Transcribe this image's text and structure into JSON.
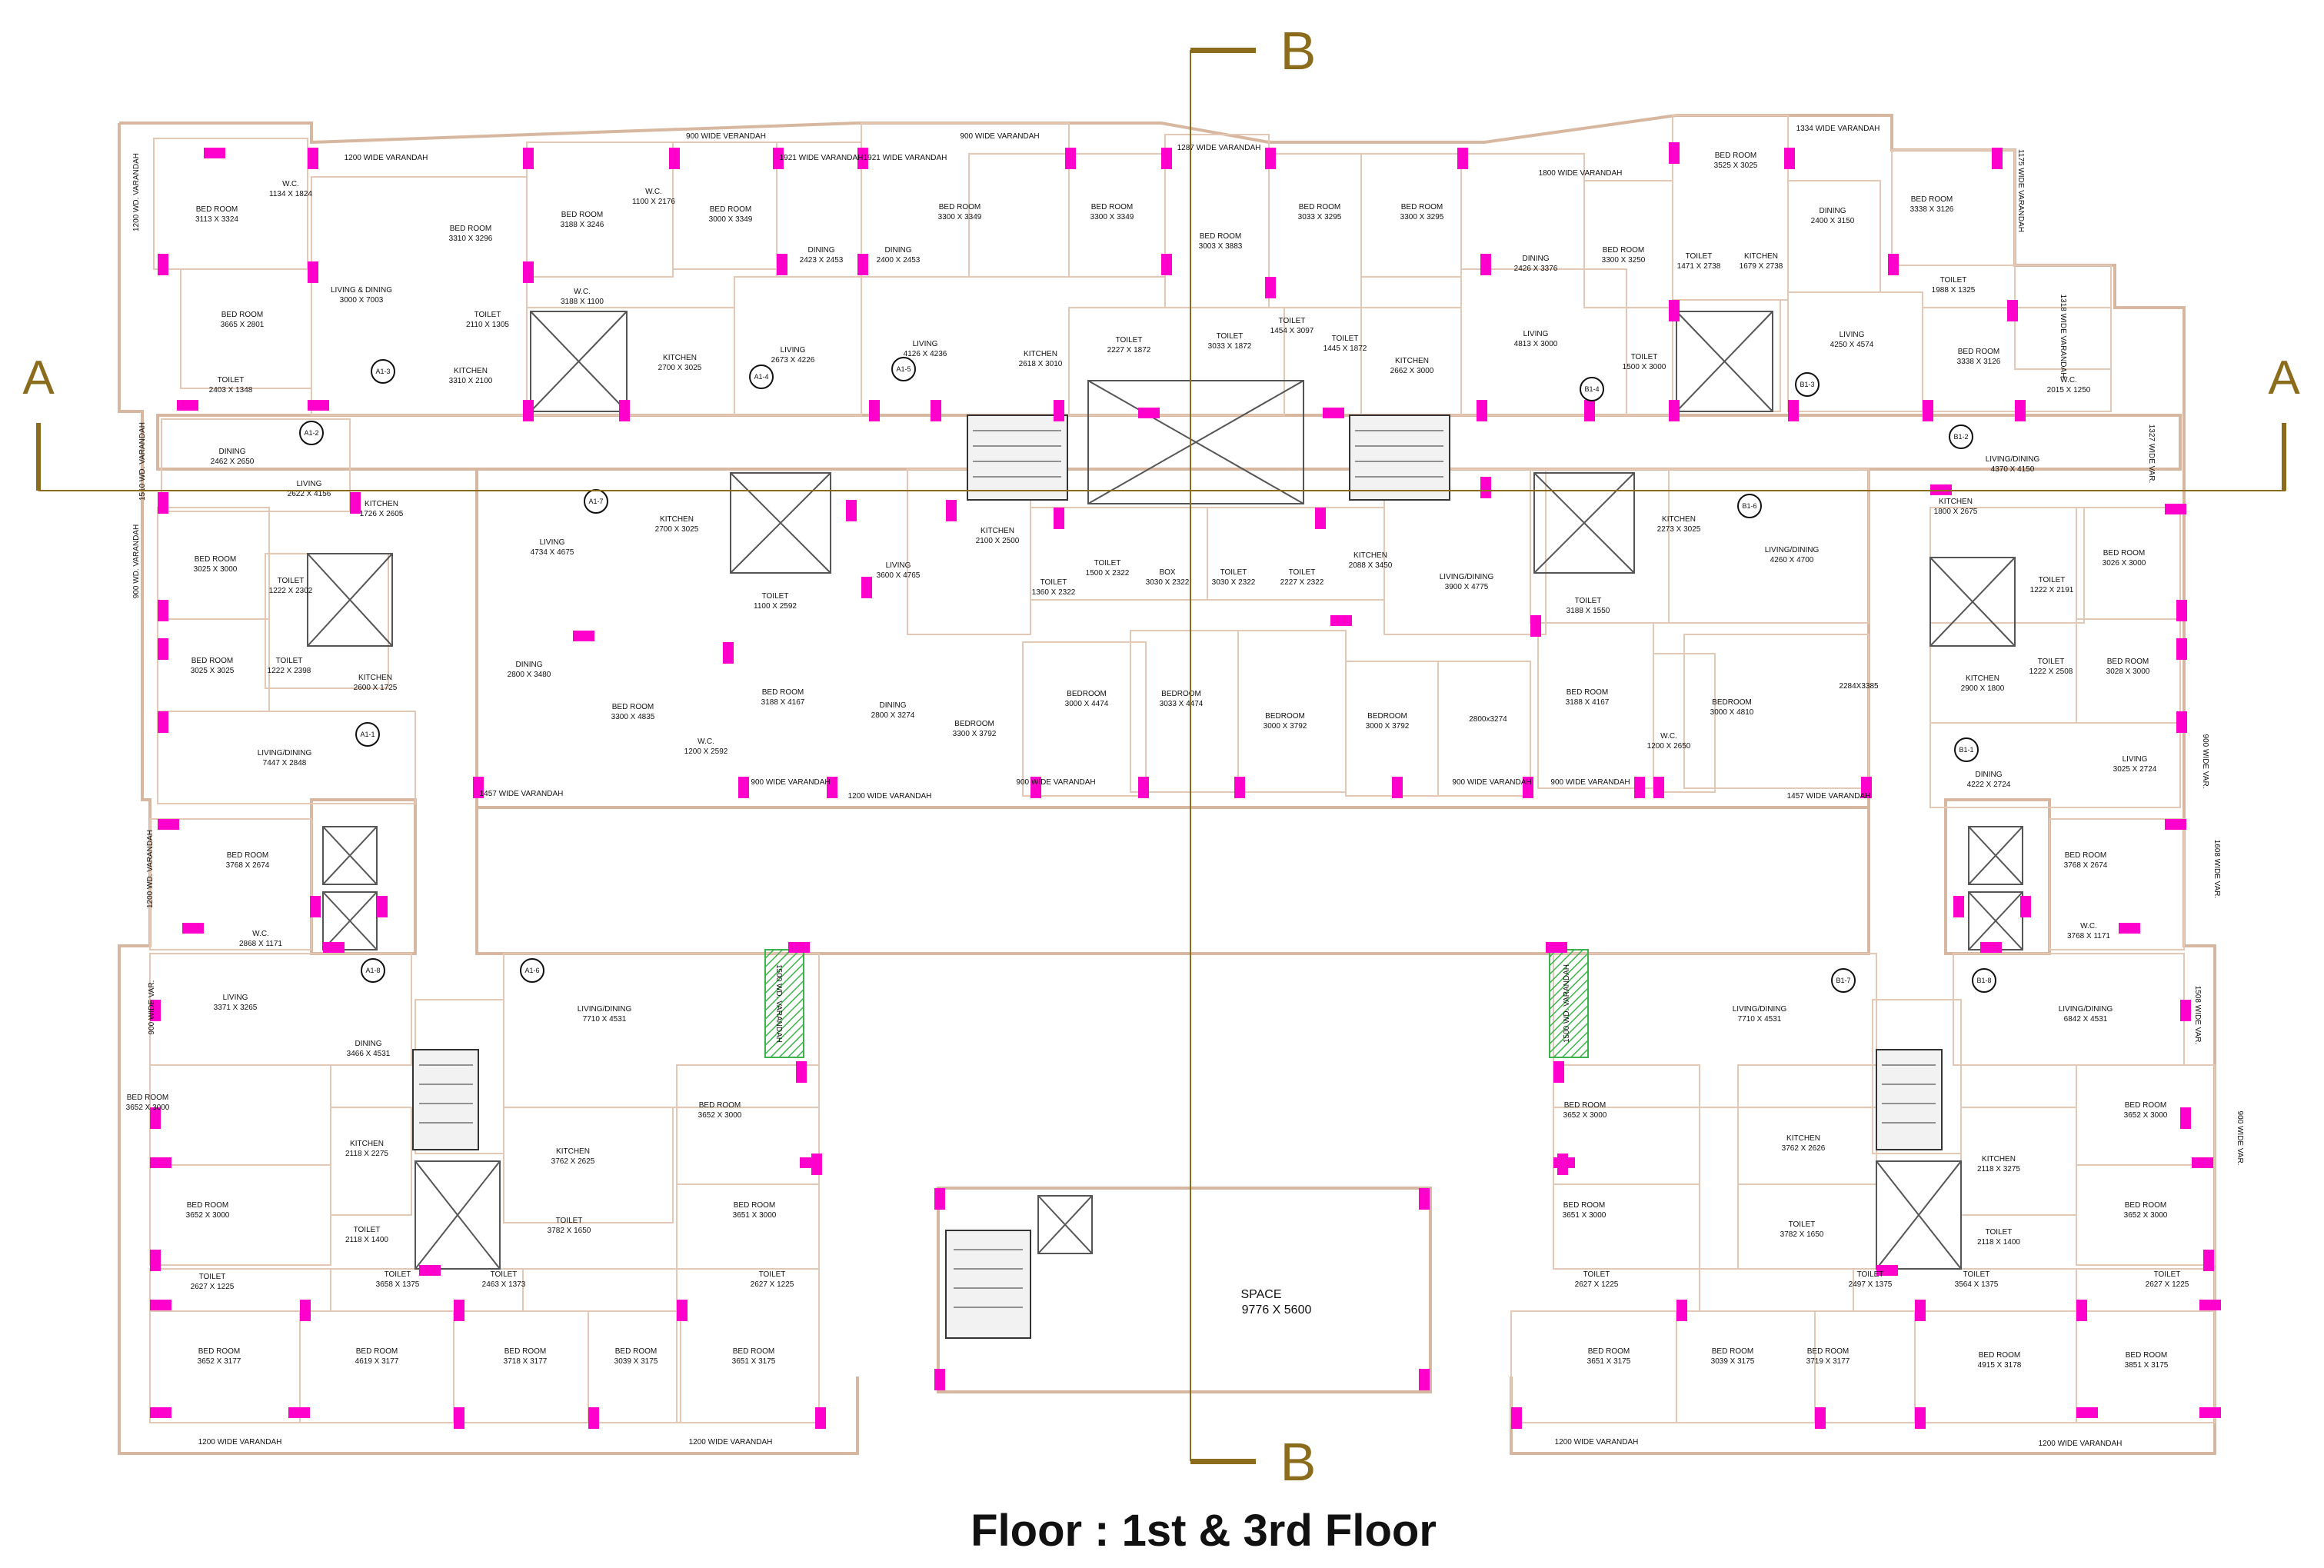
{
  "title": "Floor :  1st & 3rd Floor",
  "section_labels": {
    "a_left": "A",
    "a_right": "A",
    "b_top": "B",
    "b_bottom": "B"
  },
  "center_block": {
    "label": "SPACE",
    "size": "9776 X 5600"
  },
  "unit_tags": [
    "A1-3",
    "A1-4",
    "A1-5",
    "A1-2",
    "A1-7",
    "A1-1",
    "A1-8",
    "A1-6",
    "B1-4",
    "B1-3",
    "B1-2",
    "B1-6",
    "B1-1",
    "B1-7",
    "B1-8"
  ],
  "rooms": [
    {
      "name": "BED ROOM",
      "size": "3113 X 3324"
    },
    {
      "name": "W.C.",
      "size": "1134 X 1824"
    },
    {
      "name": "BED ROOM",
      "size": "3310 X 3296"
    },
    {
      "name": "BED ROOM",
      "size": "3188 X 3246"
    },
    {
      "name": "W.C.",
      "size": "1100 X 2176"
    },
    {
      "name": "BED ROOM",
      "size": "3000 X 3349"
    },
    {
      "name": "BED ROOM",
      "size": "3300 X 3349"
    },
    {
      "name": "BED ROOM",
      "size": "3300 X 3349"
    },
    {
      "name": "BED ROOM",
      "size": "3003 X 3883"
    },
    {
      "name": "BED ROOM",
      "size": "3033 X 3295"
    },
    {
      "name": "BED ROOM",
      "size": "3300 X 3295"
    },
    {
      "name": "BED ROOM",
      "size": "3300 X 3250"
    },
    {
      "name": "BED ROOM",
      "size": "3525 X 3025"
    },
    {
      "name": "BED ROOM",
      "size": "3338 X 3126"
    },
    {
      "name": "BED ROOM",
      "size": "3665 X 2801"
    },
    {
      "name": "LIVING & DINING",
      "size": "3000 X 7003"
    },
    {
      "name": "W.C.",
      "size": "3188 X 1100"
    },
    {
      "name": "DINING",
      "size": "2423 X 2453"
    },
    {
      "name": "DINING",
      "size": "2400 X 2453"
    },
    {
      "name": "DINING",
      "size": "2426 X 3376"
    },
    {
      "name": "DINING",
      "size": "2400 X 3150"
    },
    {
      "name": "TOILET",
      "size": "2110 X 1305"
    },
    {
      "name": "KITCHEN",
      "size": "3310 X 2100"
    },
    {
      "name": "KITCHEN",
      "size": "2700 X 3025"
    },
    {
      "name": "LIVING",
      "size": "2673 X 4226"
    },
    {
      "name": "LIVING",
      "size": "4126 X 4236"
    },
    {
      "name": "KITCHEN",
      "size": "2618 X 3010"
    },
    {
      "name": "TOILET",
      "size": "2227 X 1872"
    },
    {
      "name": "TOILET",
      "size": "3033 X 1872"
    },
    {
      "name": "TOILET",
      "size": "1454 X 3097"
    },
    {
      "name": "TOILET",
      "size": "1445 X 1872"
    },
    {
      "name": "KITCHEN",
      "size": "2662 X 3000"
    },
    {
      "name": "LIVING",
      "size": "4813 X 3000"
    },
    {
      "name": "TOILET",
      "size": "1500 X 3000"
    },
    {
      "name": "TOILET",
      "size": "1471 X 2738"
    },
    {
      "name": "KITCHEN",
      "size": "1679 X 2738"
    },
    {
      "name": "LIVING",
      "size": "4250 X 4574"
    },
    {
      "name": "TOILET",
      "size": "1988 X 1325"
    },
    {
      "name": "BED ROOM",
      "size": "3338 X 3126"
    },
    {
      "name": "W.C.",
      "size": "2015 X 1250"
    },
    {
      "name": "TOILET",
      "size": "2403 X 1348"
    },
    {
      "name": "DINING",
      "size": "2462 X 2650"
    },
    {
      "name": "LIVING",
      "size": "2622 X 4156"
    },
    {
      "name": "KITCHEN",
      "size": "1726 X 2605"
    },
    {
      "name": "LIVING/DINING",
      "size": "4370 X 4150"
    },
    {
      "name": "BED ROOM",
      "size": "3025 X 3000"
    },
    {
      "name": "TOILET",
      "size": "1222 X 2302"
    },
    {
      "name": "BED ROOM",
      "size": "3025 X 3025"
    },
    {
      "name": "TOILET",
      "size": "1222 X 2398"
    },
    {
      "name": "KITCHEN",
      "size": "2600 X 1725"
    },
    {
      "name": "LIVING",
      "size": "4734 X 4675"
    },
    {
      "name": "KITCHEN",
      "size": "2700 X 3025"
    },
    {
      "name": "TOILET",
      "size": "1100 X 2592"
    },
    {
      "name": "LIVING",
      "size": "3600 X 4765"
    },
    {
      "name": "KITCHEN",
      "size": "2100 X 2500"
    },
    {
      "name": "TOILET",
      "size": "1500 X 2322"
    },
    {
      "name": "TOILET",
      "size": "1360 X 2322"
    },
    {
      "name": "BOX",
      "size": "3030 X 2322"
    },
    {
      "name": "TOILET",
      "size": "3030 X 2322"
    },
    {
      "name": "TOILET",
      "size": "2227 X 2322"
    },
    {
      "name": "KITCHEN",
      "size": "2088 X 3450"
    },
    {
      "name": "LIVING/DINING",
      "size": "3900 X 4775"
    },
    {
      "name": "TOILET",
      "size": "3188 X 1550"
    },
    {
      "name": "KITCHEN",
      "size": "2273 X 3025"
    },
    {
      "name": "LIVING/DINING",
      "size": "4260 X 4700"
    },
    {
      "name": "KITCHEN",
      "size": "1800 X 2675"
    },
    {
      "name": "BED ROOM",
      "size": "3026 X 3000"
    },
    {
      "name": "TOILET",
      "size": "1222 X 2191"
    },
    {
      "name": "TOILET",
      "size": "1222 X 2508"
    },
    {
      "name": "BED ROOM",
      "size": "3028 X 3000"
    },
    {
      "name": "KITCHEN",
      "size": "2900 X 1800"
    },
    {
      "name": "DINING",
      "size": "2800 X 3480"
    },
    {
      "name": "BED ROOM",
      "size": "3300 X 4835"
    },
    {
      "name": "W.C.",
      "size": "1200 X 2592"
    },
    {
      "name": "BED ROOM",
      "size": "3188 X 4167"
    },
    {
      "name": "DINING",
      "size": "2800 X 3274"
    },
    {
      "name": "BEDROOM",
      "size": "3300 X 3792"
    },
    {
      "name": "BEDROOM",
      "size": "3000 X 4474"
    },
    {
      "name": "BEDROOM",
      "size": "3033 X 4474"
    },
    {
      "name": "BEDROOM",
      "size": "3000 X 3792"
    },
    {
      "name": "BEDROOM",
      "size": "3000 X 3792"
    },
    {
      "name": "",
      "size": "2800x3274"
    },
    {
      "name": "BED ROOM",
      "size": "3188 X 4167"
    },
    {
      "name": "W.C.",
      "size": "1200 X 2650"
    },
    {
      "name": "BEDROOM",
      "size": "3000 X 4810"
    },
    {
      "name": "",
      "size": "2284X3385"
    },
    {
      "name": "LIVING/DINING",
      "size": "7447 X 2848"
    },
    {
      "name": "DINING",
      "size": "4222 X 2724"
    },
    {
      "name": "LIVING",
      "size": "3025 X 2724"
    },
    {
      "name": "BED ROOM",
      "size": "3768 X 2674"
    },
    {
      "name": "W.C.",
      "size": "2868 X 1171"
    },
    {
      "name": "BED ROOM",
      "size": "3768 X 2674"
    },
    {
      "name": "W.C.",
      "size": "3768 X 1171"
    },
    {
      "name": "LIVING",
      "size": "3371 X 3265"
    },
    {
      "name": "DINING",
      "size": "3466 X 4531"
    },
    {
      "name": "LIVING/DINING",
      "size": "7710 X 4531"
    },
    {
      "name": "LIVING/DINING",
      "size": "7710 X 4531"
    },
    {
      "name": "LIVING/DINING",
      "size": "6842 X 4531"
    },
    {
      "name": "BED ROOM",
      "size": "3652 X 3000"
    },
    {
      "name": "KITCHEN",
      "size": "2118 X 2275"
    },
    {
      "name": "KITCHEN",
      "size": "3762 X 2625"
    },
    {
      "name": "BED ROOM",
      "size": "3652 X 3000"
    },
    {
      "name": "BED ROOM",
      "size": "3652 X 3000"
    },
    {
      "name": "KITCHEN",
      "size": "3762 X 2626"
    },
    {
      "name": "KITCHEN",
      "size": "2118 X 3275"
    },
    {
      "name": "BED ROOM",
      "size": "3652 X 3000"
    },
    {
      "name": "BED ROOM",
      "size": "3652 X 3000"
    },
    {
      "name": "TOILET",
      "size": "2118 X 1400"
    },
    {
      "name": "TOILET",
      "size": "3782 X 1650"
    },
    {
      "name": "BED ROOM",
      "size": "3651 X 3000"
    },
    {
      "name": "BED ROOM",
      "size": "3651 X 3000"
    },
    {
      "name": "TOILET",
      "size": "3782 X 1650"
    },
    {
      "name": "TOILET",
      "size": "2118 X 1400"
    },
    {
      "name": "BED ROOM",
      "size": "3652 X 3000"
    },
    {
      "name": "TOILET",
      "size": "2627 X 1225"
    },
    {
      "name": "TOILET",
      "size": "3658 X 1375"
    },
    {
      "name": "TOILET",
      "size": "2463 X 1373"
    },
    {
      "name": "TOILET",
      "size": "2627 X 1225"
    },
    {
      "name": "TOILET",
      "size": "2627 X 1225"
    },
    {
      "name": "TOILET",
      "size": "2497 X 1375"
    },
    {
      "name": "TOILET",
      "size": "3564 X 1375"
    },
    {
      "name": "TOILET",
      "size": "2627 X 1225"
    },
    {
      "name": "BED ROOM",
      "size": "3652 X 3177"
    },
    {
      "name": "BED ROOM",
      "size": "4619 X 3177"
    },
    {
      "name": "BED ROOM",
      "size": "3718 X 3177"
    },
    {
      "name": "BED ROOM",
      "size": "3039 X 3175"
    },
    {
      "name": "BED ROOM",
      "size": "3651 X 3175"
    },
    {
      "name": "BED ROOM",
      "size": "3651 X 3175"
    },
    {
      "name": "BED ROOM",
      "size": "3039 X 3175"
    },
    {
      "name": "BED ROOM",
      "size": "3719 X 3177"
    },
    {
      "name": "BED ROOM",
      "size": "4915 X 3178"
    },
    {
      "name": "BED ROOM",
      "size": "3851 X 3175"
    }
  ],
  "verandahs": [
    "1200  WIDE VARANDAH",
    "900  WIDE VERANDAH",
    "1921  WIDE VARANDAH",
    "1921  WIDE VARANDAH",
    "900  WIDE VARANDAH",
    "1287  WIDE VARANDAH",
    "1800  WIDE VARANDAH",
    "1334  WIDE VARANDAH",
    "1175  WIDE VARANDAH",
    "1200 WD. VARANDAH",
    "1510 WD. VARANDAH",
    "900 WD. VARANDAH",
    "1318  WIDE VARANDAH",
    "1327  WIDE VAR.",
    "1457  WIDE VARANDAH",
    "900  WIDE VARANDAH",
    "1200  WIDE VARANDAH",
    "900  WIDE VARANDAH",
    "900  WIDE VARANDAH",
    "900  WIDE VARANDAH",
    "1457  WIDE VARANDAH",
    "1200 WD. VARANDAH",
    "900  WIDE VAR.",
    "1608  WIDE VAR.",
    "900  WIDE VAR.",
    "1500 WD. VARANDAH",
    "1500 WD. VARANDAH",
    "1508  WIDE VAR.",
    "900  WIDE VAR.",
    "1200  WIDE VARANDAH",
    "1200  WIDE VARANDAH",
    "1200  WIDE VARANDAH",
    "1200  WIDE VARANDAH"
  ],
  "colors": {
    "wall": "#d8b7a0",
    "column": "#ff00cc",
    "section": "#8b6c1c",
    "door_label": "#2a8fa8",
    "window_label": "#d4a020",
    "planter": "#3cb44b"
  }
}
